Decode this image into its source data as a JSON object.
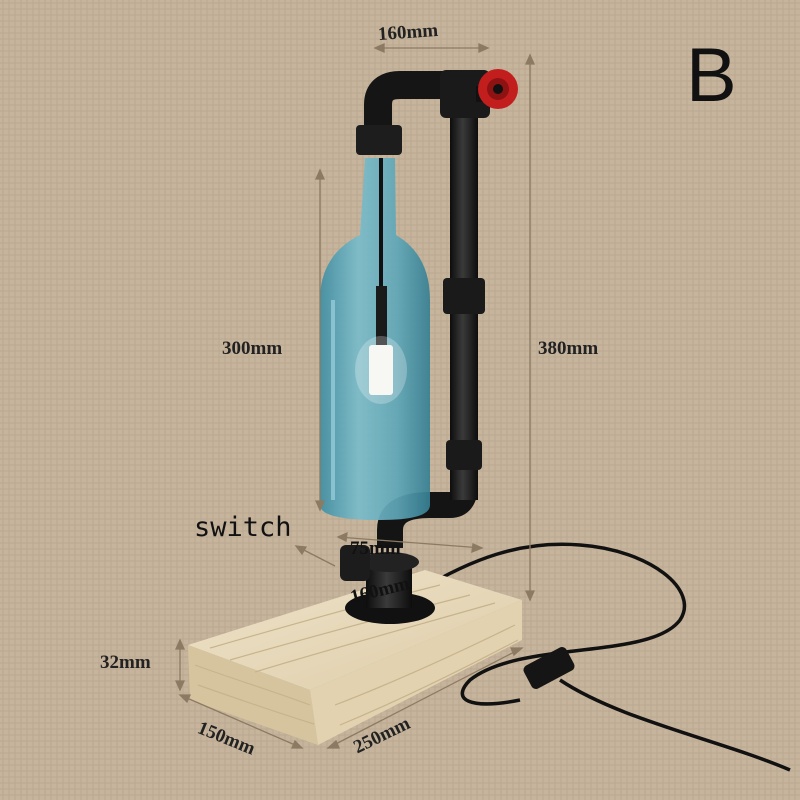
{
  "variant_letter": "B",
  "labels": {
    "top_width": "160mm",
    "bottle_height": "300mm",
    "total_height": "380mm",
    "switch": "switch",
    "base_pipe_width": "75mm",
    "flange_width": "160mm",
    "base_height": "32mm",
    "base_depth": "150mm",
    "base_length": "250mm"
  },
  "colors": {
    "background": "#c4b29a",
    "pipe": "#1a1a1a",
    "valve": "#c21e1e",
    "bottle": "#5fa7b8",
    "wood": "#e9dcc0",
    "dimension_line": "#8c7a63"
  }
}
